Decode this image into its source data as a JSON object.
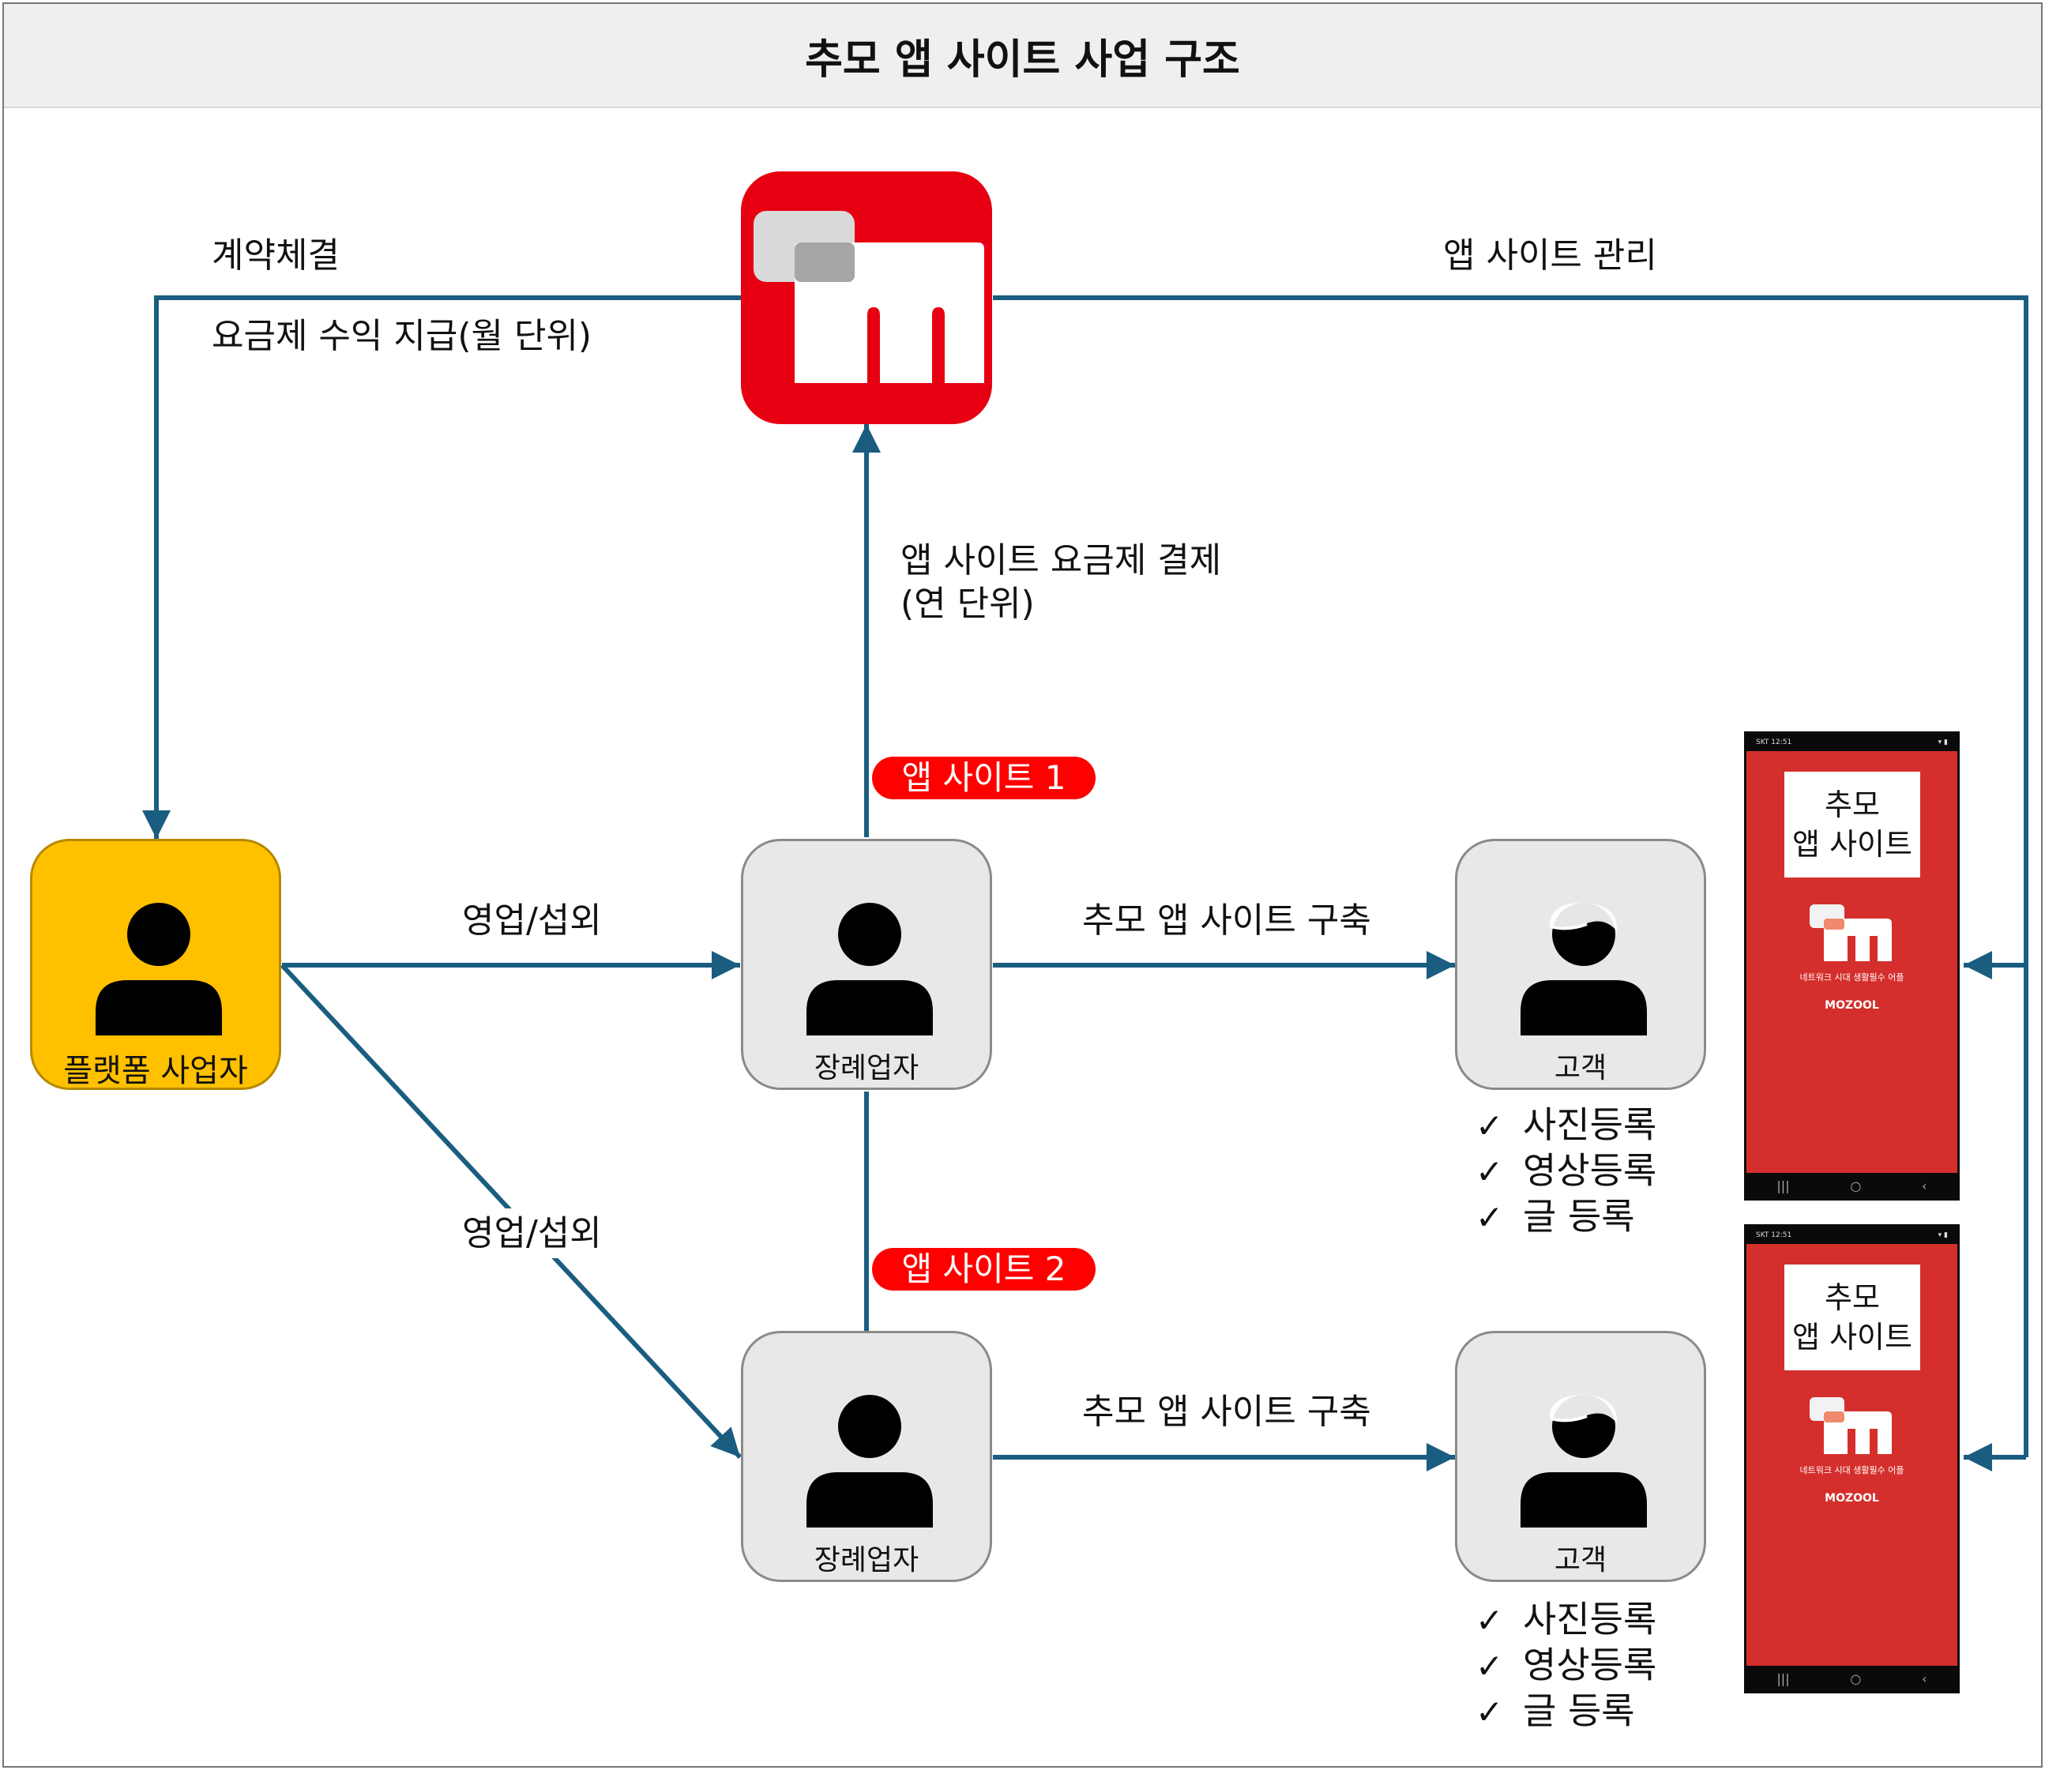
{
  "title": "추모 앱 사이트 사업 구조",
  "colors": {
    "line": "#1a5d80",
    "pill": "#ff0000",
    "platform": "#ffc000",
    "node": "#e8e8e8",
    "brand_red": "#e60012",
    "phone_red": "#d42f2c"
  },
  "edges": {
    "contract": "계약체결",
    "revenue": "요금제 수익 지급(월 단위)",
    "manage": "앱 사이트 관리",
    "payment_line1": "앱 사이트 요금제 결제",
    "payment_line2": "(연 단위)",
    "sales1": "영업/섭외",
    "sales2": "영업/섭외",
    "build1": "추모 앱 사이트 구축",
    "build2": "추모 앱 사이트 구축"
  },
  "pills": {
    "site1": "앱 사이트 1",
    "site2": "앱 사이트 2"
  },
  "nodes": {
    "platform": "플랫폼 사업자",
    "funeral1": "장례업자",
    "funeral2": "장례업자",
    "customer1": "고객",
    "customer2": "고객"
  },
  "checklist1": [
    "사진등록",
    "영상등록",
    "글 등록"
  ],
  "checklist2": [
    "사진등록",
    "영상등록",
    "글 등록"
  ],
  "check_icon": "checkmark-icon",
  "phones": [
    {
      "status": "SKT 12:51",
      "title_line1": "추모",
      "title_line2": "앱 사이트",
      "slogan": "네트워크 시대 생활필수 어플",
      "brand": "MOZOOL"
    },
    {
      "status": "SKT 12:51",
      "title_line1": "추모",
      "title_line2": "앱 사이트",
      "slogan": "네트워크 시대 생활필수 어플",
      "brand": "MOZOOL"
    }
  ]
}
